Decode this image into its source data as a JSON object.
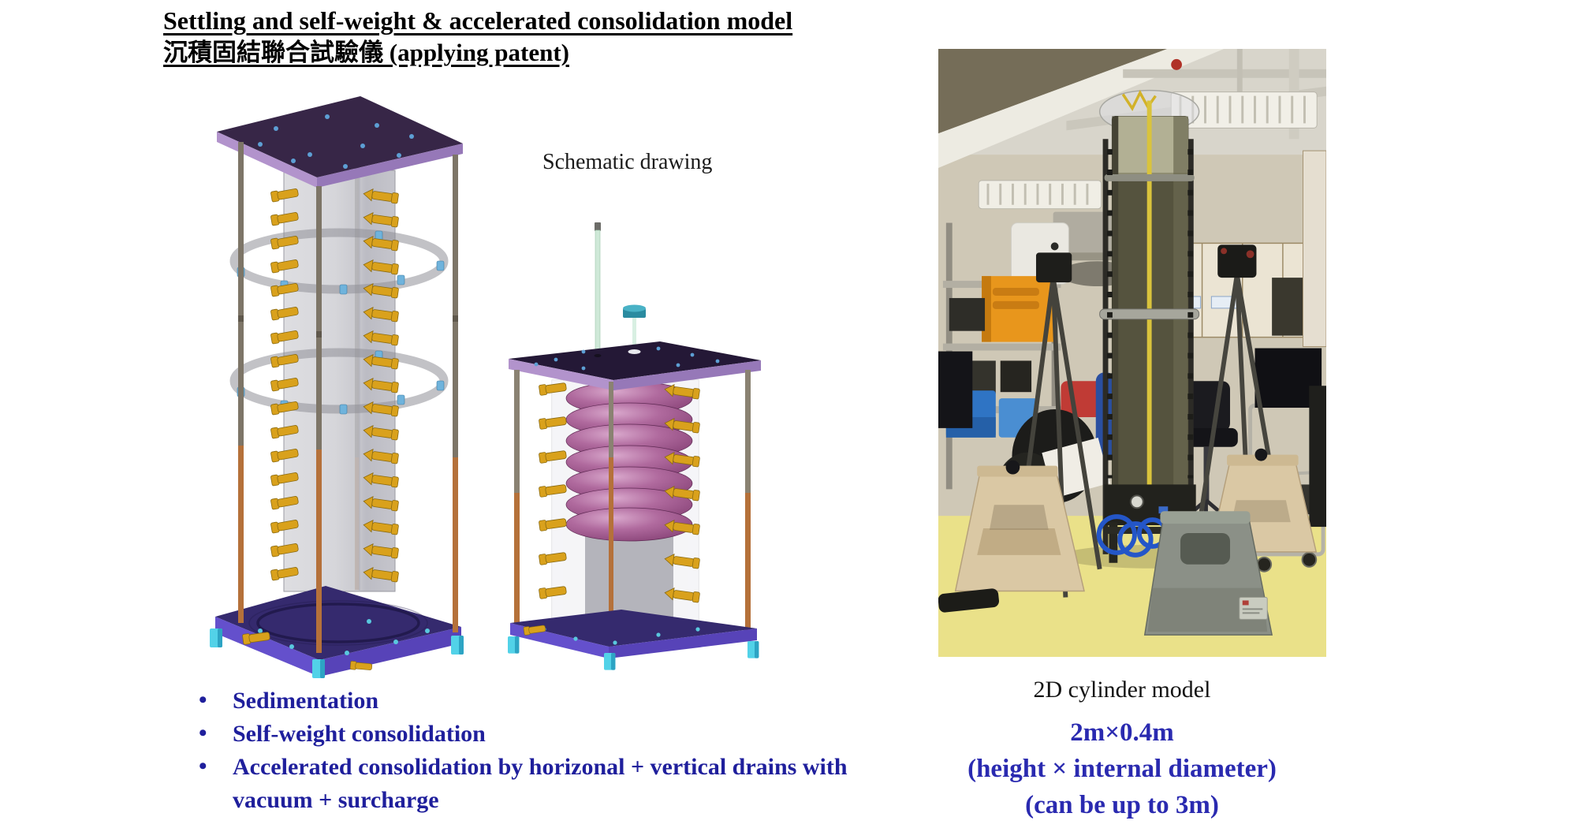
{
  "title": {
    "line1": "Settling and self-weight & accelerated consolidation model",
    "line2": "沉積固結聯合試驗儀 (applying patent)"
  },
  "schematic": {
    "label": "Schematic drawing"
  },
  "features": [
    "Sedimentation",
    "Self-weight consolidation",
    "Accelerated consolidation by horizonal + vertical drains with vacuum + surcharge"
  ],
  "photo": {
    "caption": "2D cylinder model",
    "size": "2m×0.4m",
    "size_note_1": "(height × internal diameter)",
    "size_note_2": "(can be up to 3m)"
  },
  "colors": {
    "bullet-text": "#1f1f9c",
    "caption-blue": "#2a2ab0",
    "plate-purple": "#372647",
    "plate-edge-lavender": "#b293cc",
    "top-plate-dark": "#241836",
    "base-indigo": "#352a6e",
    "base-edge-violet": "#6450cc",
    "feet-cyan": "#52d2e8",
    "fitting-gold": "#d9a11c",
    "bellows-pink": "#8f4a7e",
    "rod-gray": "#7d7567",
    "rod-copper": "#b5713a",
    "column-gray": "#cfcfd4",
    "photo-floor-yellow": "#eae189",
    "photo-column-olive": "#55533e",
    "photo-tape-yellow": "#d9c33c"
  }
}
